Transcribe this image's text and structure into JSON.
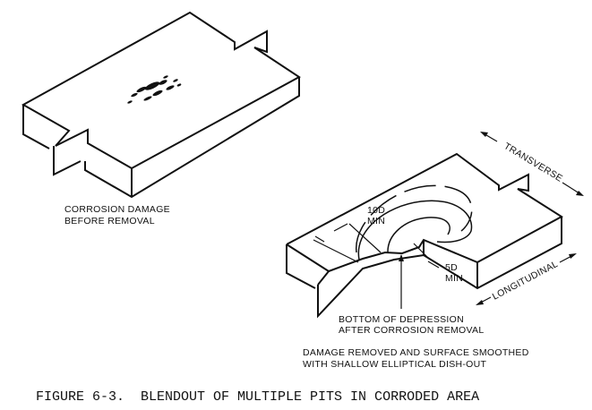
{
  "left_view": {
    "caption_line1": "CORROSION DAMAGE",
    "caption_line2": "BEFORE REMOVAL"
  },
  "right_view": {
    "dim_10d_line1": "10D",
    "dim_10d_line2": "MIN",
    "dim_5d_line1": "5D",
    "dim_5d_line2": "MIN",
    "transverse": "TRANSVERSE",
    "longitudinal": "LONGITUDINAL",
    "depression_line1": "BOTTOM OF DEPRESSION",
    "depression_line2": "AFTER CORROSION REMOVAL",
    "caption_line1": "DAMAGE REMOVED AND SURFACE SMOOTHED",
    "caption_line2": "WITH SHALLOW ELLIPTICAL DISH-OUT"
  },
  "figure_caption": "FIGURE 6-3.  BLENDOUT OF MULTIPLE PITS IN CORRODED AREA"
}
